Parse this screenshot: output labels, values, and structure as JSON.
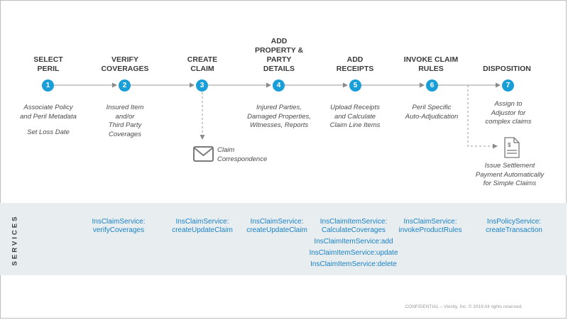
{
  "steps": [
    {
      "num": "1",
      "title": [
        "SELECT",
        "PERIL"
      ],
      "desc": [
        "Associate Policy",
        "and Peril Metadata",
        "",
        "Set Loss Date"
      ]
    },
    {
      "num": "2",
      "title": [
        "VERIFY",
        "COVERAGES"
      ],
      "desc": [
        "Insured Item",
        "and/or",
        "Third Party",
        "Coverages"
      ]
    },
    {
      "num": "3",
      "title": [
        "CREATE",
        "CLAIM"
      ],
      "desc": []
    },
    {
      "num": "4",
      "title": [
        "ADD",
        "PROPERTY &",
        "PARTY",
        "DETAILS"
      ],
      "desc": [
        "Injured Parties,",
        "Damaged Properties,",
        "Witnesses, Reports"
      ]
    },
    {
      "num": "5",
      "title": [
        "ADD",
        "RECEIPTS"
      ],
      "desc": [
        "Upload Receipts",
        "and Calculate",
        "Claim Line Items"
      ]
    },
    {
      "num": "6",
      "title": [
        "INVOKE CLAIM",
        "RULES"
      ],
      "desc": [
        "Peril Specific",
        "Auto-Adjudication"
      ]
    },
    {
      "num": "7",
      "title": [
        "DISPOSITION"
      ],
      "desc": [
        "Assign to",
        "Adjustor for",
        "complex claims"
      ]
    }
  ],
  "correspondence": [
    "Claim",
    "Correspondence"
  ],
  "settlement": [
    "Issue Settlement",
    "Payment Automatically",
    "for Simple Claims"
  ],
  "services_label": "SERVICES",
  "services": [
    [
      "InsClaimService:",
      "verifyCoverages"
    ],
    [
      "InsClaimService:",
      "createUpdateClaim"
    ],
    [
      "InsClaimService:",
      "createUpdateClaim"
    ],
    [
      "InsClaimItemService:",
      "CalculateCoverages",
      "",
      "InsClaimItemService:add",
      "",
      "InsClaimItemService:update",
      "",
      "InsClaimItemService:delete"
    ],
    [
      "InsClaimService:",
      "invokeProductRules"
    ],
    [
      "InsPolicyService:",
      "createTransaction"
    ]
  ],
  "footer": "CONFIDENTIAL – Vlocity, Inc. © 2019 All rights reserved.",
  "colors": {
    "accent": "#1a9ed8",
    "link": "#1a82c4",
    "band": "#e8edf0"
  },
  "icons": [
    "envelope-icon",
    "document-dollar-icon",
    "arrow-right-icon"
  ]
}
